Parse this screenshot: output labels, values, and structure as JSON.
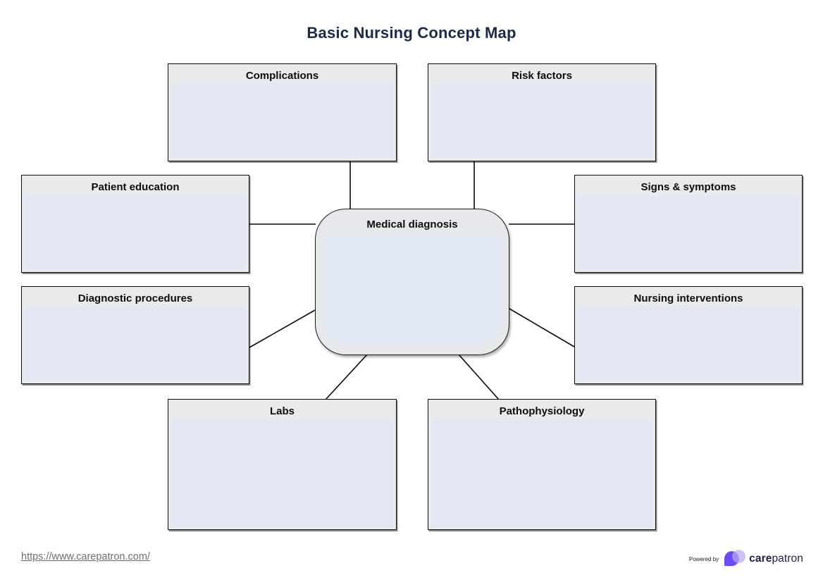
{
  "title": "Basic Nursing Concept Map",
  "colors": {
    "title_navy": "#1b2a4a",
    "node_header_gray": "#e9eaec",
    "node_field_lavender": "#e2e7f3",
    "border_black": "#0a0a0a",
    "brand_purple": "#6c4bf3",
    "brand_light_purple": "#bca9f3",
    "link_gray": "#6f6f6f"
  },
  "diagram": {
    "center": {
      "id": "medical-diagnosis",
      "label": "Medical diagnosis"
    },
    "nodes": [
      {
        "id": "complications",
        "label": "Complications"
      },
      {
        "id": "risk-factors",
        "label": "Risk factors"
      },
      {
        "id": "patient-education",
        "label": "Patient education"
      },
      {
        "id": "signs-symptoms",
        "label": "Signs & symptoms"
      },
      {
        "id": "diagnostic-procedures",
        "label": "Diagnostic procedures"
      },
      {
        "id": "nursing-interventions",
        "label": "Nursing interventions"
      },
      {
        "id": "labs",
        "label": "Labs"
      },
      {
        "id": "pathophysiology",
        "label": "Pathophysiology"
      }
    ],
    "edges": [
      {
        "from": "medical-diagnosis",
        "to": "complications"
      },
      {
        "from": "medical-diagnosis",
        "to": "risk-factors"
      },
      {
        "from": "medical-diagnosis",
        "to": "patient-education"
      },
      {
        "from": "medical-diagnosis",
        "to": "signs-symptoms"
      },
      {
        "from": "medical-diagnosis",
        "to": "diagnostic-procedures"
      },
      {
        "from": "medical-diagnosis",
        "to": "nursing-interventions"
      },
      {
        "from": "medical-diagnosis",
        "to": "labs"
      },
      {
        "from": "medical-diagnosis",
        "to": "pathophysiology"
      }
    ]
  },
  "footer": {
    "url": "https://www.carepatron.com/",
    "powered_by": "Powered by",
    "brand_bold": "care",
    "brand_regular": "patron"
  }
}
